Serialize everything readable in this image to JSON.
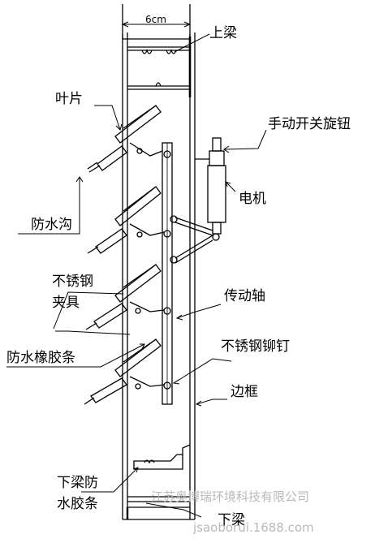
{
  "labels": {
    "dimension": "6cm",
    "top_beam": "上梁",
    "blade": "叶片",
    "manual_knob": "手动开关旋钮",
    "motor": "电机",
    "drip_groove": "防水沟",
    "ss_fixture_1": "不锈钢",
    "ss_fixture_2": "夹具",
    "drive_shaft": "传动轴",
    "rubber_strip": "防水橡胶条",
    "ss_rivet": "不锈钢铆钉",
    "frame": "边框",
    "bottom_strip_1": "下梁防",
    "bottom_strip_2": "水胶条",
    "bottom_beam": "下梁"
  },
  "watermark": {
    "company": "江苏奥博瑞环境科技有限公司",
    "url": "jsaoborui.1688.com"
  }
}
